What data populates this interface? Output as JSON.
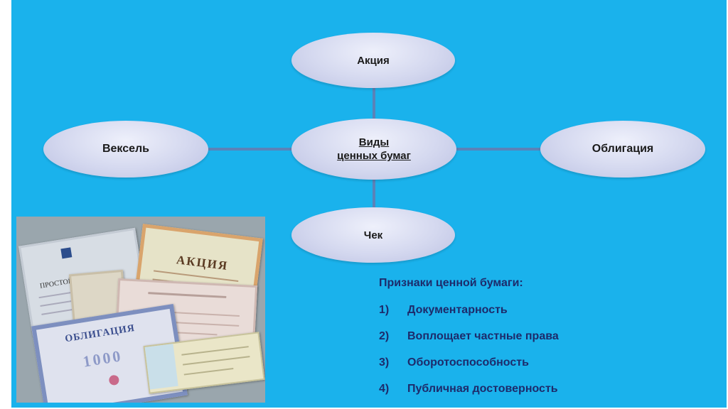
{
  "diagram": {
    "center": {
      "line1": "Виды",
      "line2": "ценных бумаг"
    },
    "top": "Акция",
    "left": "Вексель",
    "right": "Облигация",
    "bottom": "Чек",
    "colors": {
      "background": "#1ab2ec",
      "node": "#d4d8ef",
      "connector": "#5b82b8"
    }
  },
  "photo": {
    "doc_promissory": "ПРОСТОЙ ВЕКСЕЛЬ",
    "doc_share": "АКЦИЯ",
    "doc_bond": "ОБЛИГАЦИЯ",
    "doc_bond_value": "1000"
  },
  "features": {
    "title": "Признаки ценной бумаги:",
    "items": [
      {
        "num": "1)",
        "text": "Документарность"
      },
      {
        "num": "2)",
        "text": "Воплощает частные права"
      },
      {
        "num": "3)",
        "text": "Оборотоспособность"
      },
      {
        "num": "4)",
        "text": "Публичная достоверность"
      }
    ]
  }
}
